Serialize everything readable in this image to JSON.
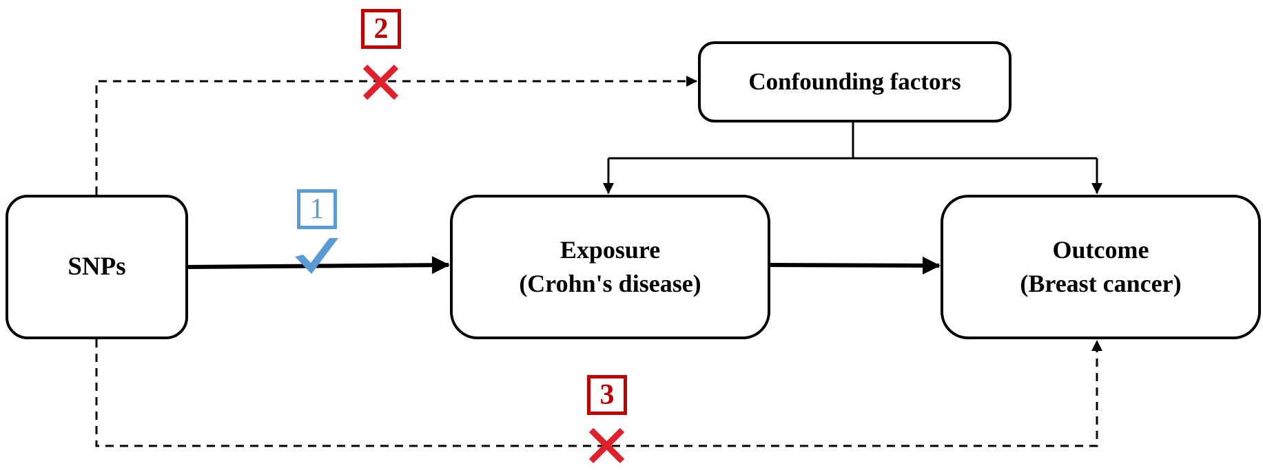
{
  "nodes": {
    "snps": {
      "label": "SNPs"
    },
    "exposure": {
      "line1": "Exposure",
      "line2": "(Crohn's disease)"
    },
    "outcome": {
      "line1": "Outcome",
      "line2": "(Breast cancer)"
    },
    "confounding": {
      "label": "Confounding factors"
    }
  },
  "assumptions": [
    {
      "number": "1",
      "mark": "check",
      "color": "#5b9bd5"
    },
    {
      "number": "2",
      "mark": "cross",
      "color": "#c00000"
    },
    {
      "number": "3",
      "mark": "cross",
      "color": "#c00000"
    }
  ],
  "colors": {
    "line": "#000000",
    "check": "#5b9bd5",
    "cross": "#e0202a",
    "cross_label": "#c00000"
  }
}
